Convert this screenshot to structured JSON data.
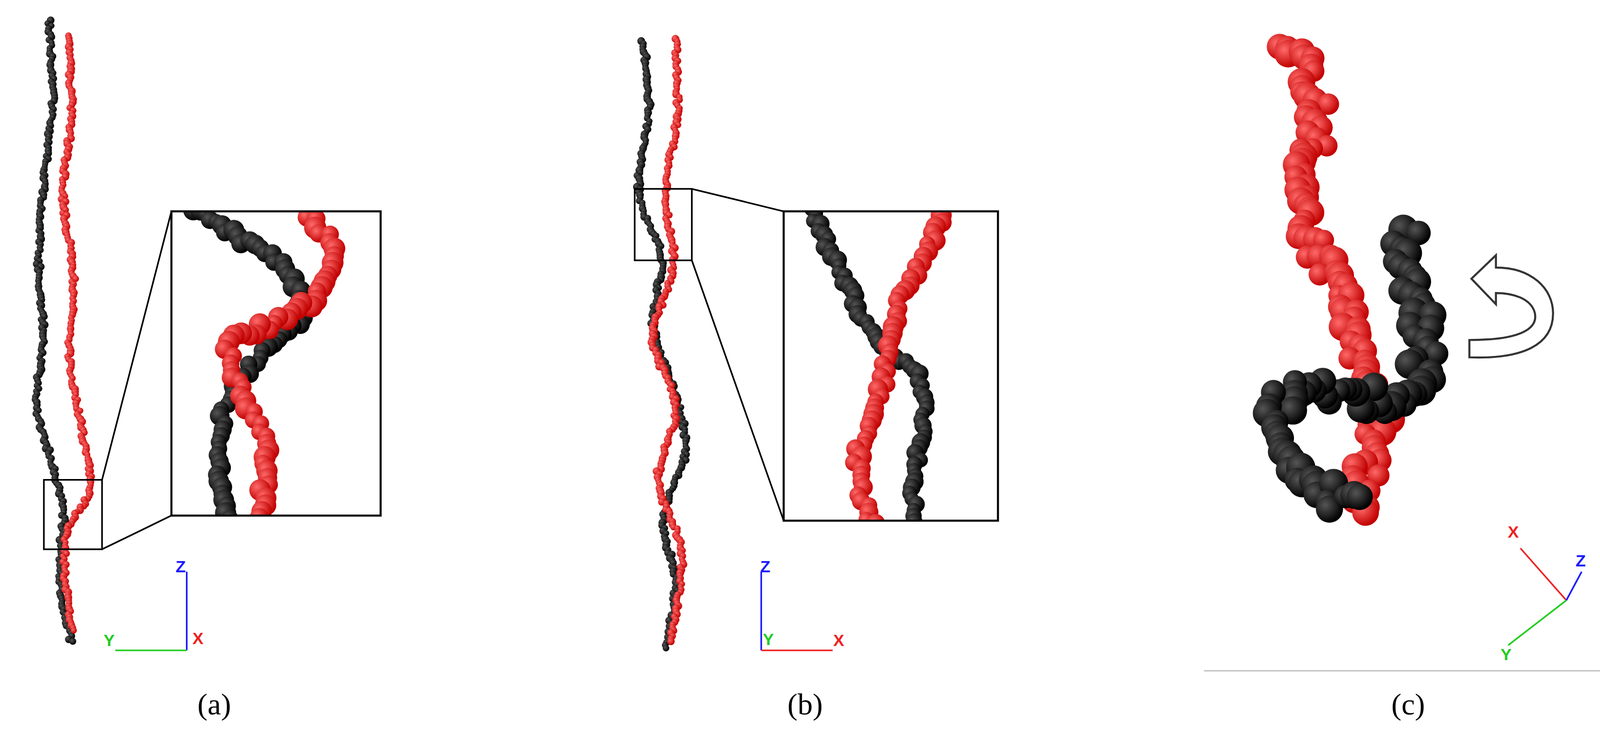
{
  "diagram": {
    "labels": [
      "Z",
      "Y",
      "X",
      "(a)",
      "Z",
      "Y",
      "X",
      "(b)",
      "X",
      "Z",
      "Y",
      "(c)"
    ]
  }
}
